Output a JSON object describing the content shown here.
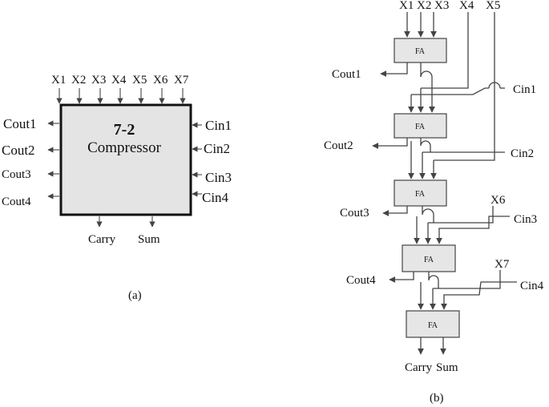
{
  "panel_a": {
    "inputs": [
      "X1",
      "X2",
      "X3",
      "X4",
      "X5",
      "X6",
      "X7"
    ],
    "title": "7-2",
    "subtitle": "Compressor",
    "left_outputs": [
      "Cout1",
      "Cout2",
      "Cout3",
      "Cout4"
    ],
    "right_inputs": [
      "Cin1",
      "Cin2",
      "Cin3",
      "Cin4"
    ],
    "bottom_outputs": [
      "Carry",
      "Sum"
    ],
    "caption": "(a)"
  },
  "panel_b": {
    "top_inputs": [
      "X1",
      "X2",
      "X3",
      "X4",
      "X5"
    ],
    "fa_label": "FA",
    "couts": [
      "Cout1",
      "Cout2",
      "Cout3",
      "Cout4"
    ],
    "cins": [
      "Cin1",
      "Cin2",
      "Cin3",
      "Cin4"
    ],
    "x6": "X6",
    "x7": "X7",
    "bottom_outputs": [
      "Carry",
      "Sum"
    ],
    "caption": "(b)"
  },
  "colors": {
    "block_fill": "#e4e4e4",
    "fa_fill": "#e6e6e6",
    "line": "#444444"
  }
}
